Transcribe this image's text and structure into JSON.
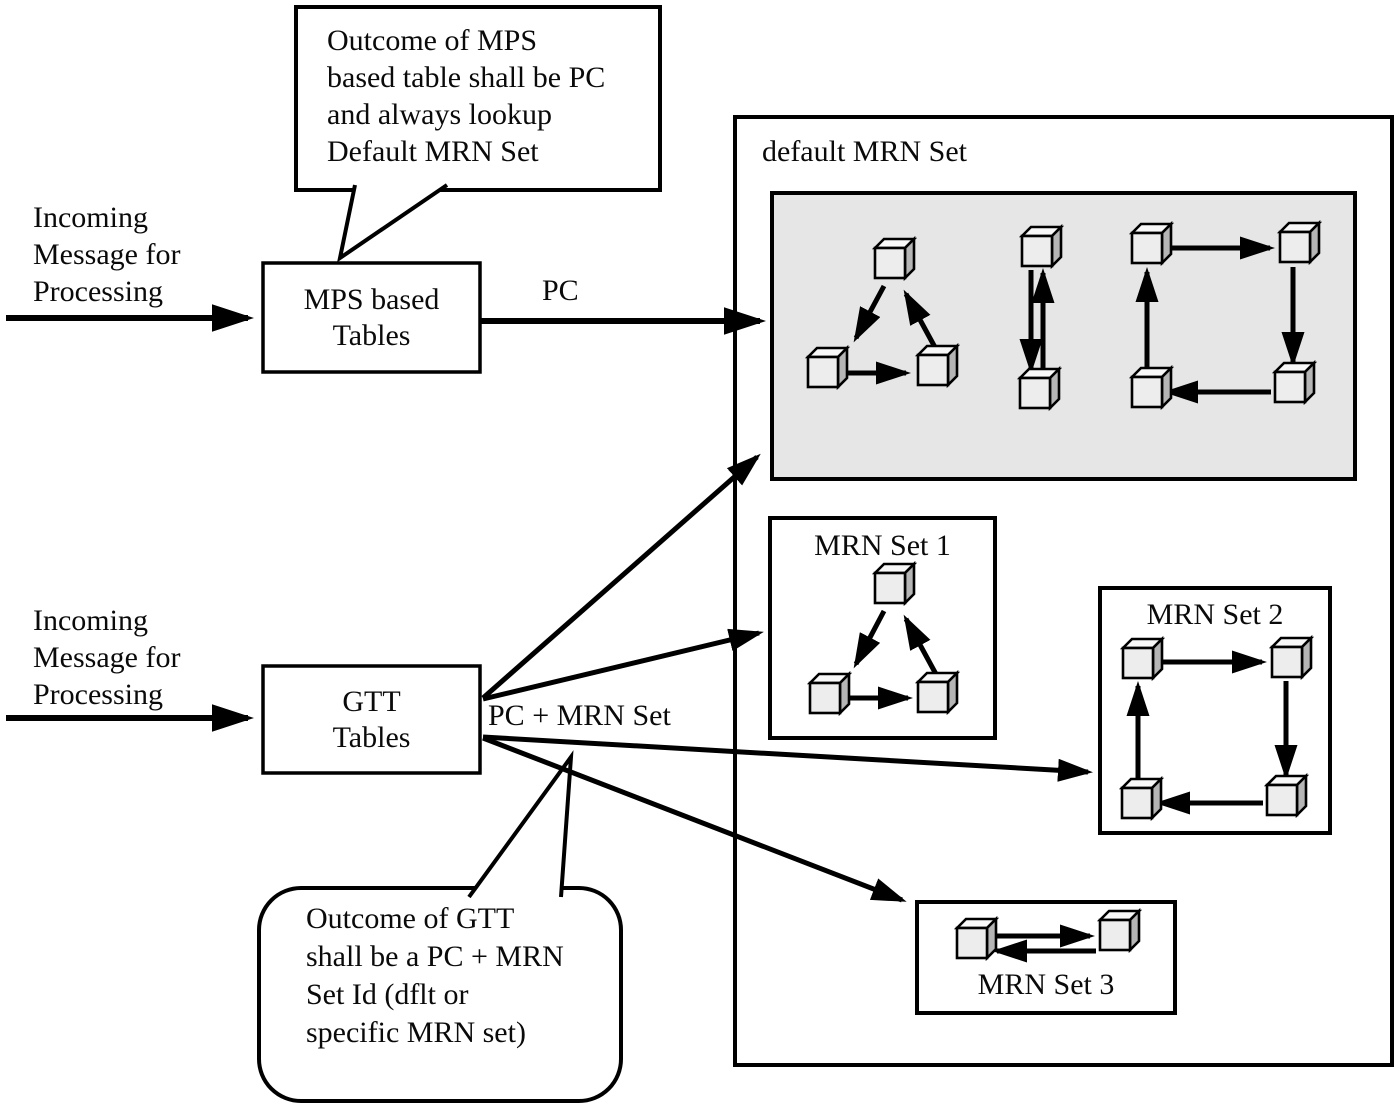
{
  "callout_mps": {
    "lines": [
      "Outcome of MPS",
      "based table shall be PC",
      "and always lookup",
      "Default MRN Set"
    ]
  },
  "incoming_top": {
    "lines": [
      "Incoming",
      "Message for",
      "Processing"
    ]
  },
  "incoming_bottom": {
    "lines": [
      "Incoming",
      "Message for",
      "Processing"
    ]
  },
  "mps_box": {
    "lines": [
      "MPS based",
      "Tables"
    ]
  },
  "gtt_box": {
    "lines": [
      "GTT",
      "Tables"
    ]
  },
  "labels": {
    "pc": "PC",
    "pc_mrn": "PC + MRN Set",
    "default_set": "default MRN Set",
    "set1": "MRN Set 1",
    "set2": "MRN Set 2",
    "set3": "MRN Set 3"
  },
  "callout_gtt": {
    "lines": [
      "Outcome of GTT",
      "shall be a PC + MRN",
      "Set Id (dflt or",
      "specific MRN set)"
    ]
  },
  "colors": {
    "line": "#000000",
    "text": "#0a0a0a",
    "gray_panel": "#e6e6e6",
    "box_fill": "#ffffff",
    "cube_front": "#ededed",
    "cube_top": "#f8f8f8",
    "cube_side": "#b5b5b5"
  }
}
